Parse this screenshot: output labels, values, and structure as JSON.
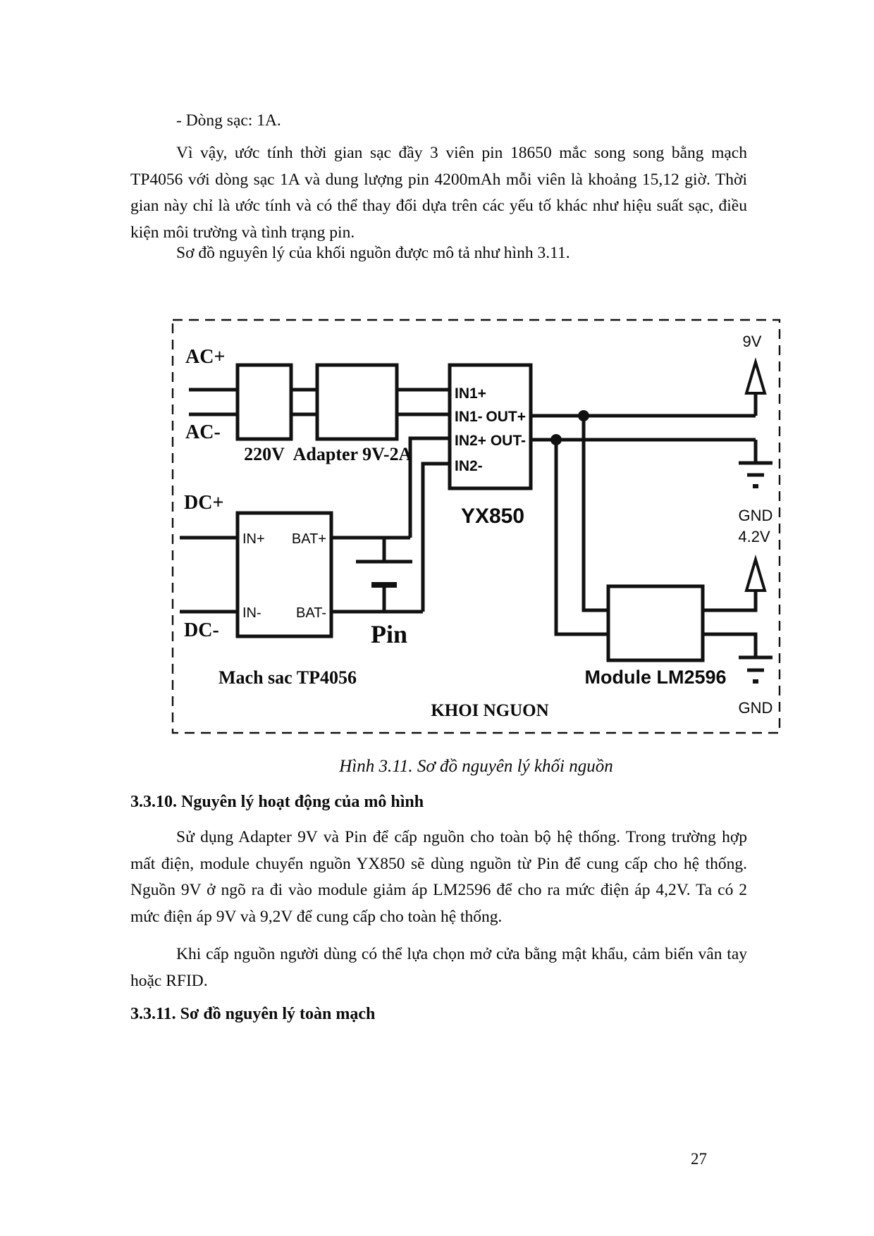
{
  "page": {
    "number": "27"
  },
  "content": {
    "line_charge_current": "- Dòng sạc: 1A.",
    "para_charging_time": "Vì vậy, ước tính thời gian sạc đầy 3 viên pin 18650 mắc song song bằng mạch TP4056 với dòng sạc 1A và dung lượng pin 4200mAh mỗi viên là khoảng 15,12 giờ. Thời gian này chỉ là ước tính và có thể thay đổi dựa trên các yếu tố khác như hiệu suất sạc, điều kiện môi trường và tình trạng pin.",
    "line_intro_figure": "Sơ đồ nguyên lý của khối nguồn được mô tả như hình 3.11.",
    "figure_caption": "Hình 3.11. Sơ đồ nguyên lý khối nguồn",
    "heading_3_3_10": "3.3.10. Nguyên lý hoạt động của mô hình",
    "para_operation": "Sử dụng Adapter 9V và Pin để cấp nguồn cho toàn bộ hệ thống. Trong trường hợp mất điện, module chuyển nguồn YX850 sẽ dùng nguồn từ Pin để cung cấp cho hệ thống. Nguồn 9V ở ngõ ra đi vào module giảm áp LM2596 để cho ra mức điện áp 4,2V. Ta có 2 mức điện áp 9V và 9,2V để cung cấp cho toàn hệ thống.",
    "para_unlock": "Khi cấp nguồn người dùng có thể lựa chọn mở cửa bằng mật khẩu, cảm biến vân tay hoặc RFID.",
    "heading_3_3_11": "3.3.11. Sơ đồ nguyên lý toàn mạch"
  },
  "diagram": {
    "labels": {
      "ac_plus": "AC+",
      "ac_minus": "AC-",
      "dc_plus": "DC+",
      "dc_minus": "DC-",
      "box_220v": "220V",
      "box_adapter": "Adapter 9V-2A",
      "yx850": "YX850",
      "in1_plus": "IN1+",
      "in1_minus": "IN1-",
      "in2_plus": "IN2+",
      "in2_minus": "IN2-",
      "out_plus": "OUT+",
      "out_minus": "OUT-",
      "tp_in_plus": "IN+",
      "tp_bat_plus": "BAT+",
      "tp_in_minus": "IN-",
      "tp_bat_minus": "BAT-",
      "pin": "Pin",
      "mach_sac": "Mach sac TP4056",
      "module_lm2596": "Module LM2596",
      "khoi_nguon": "KHOI NGUON",
      "v9": "9V",
      "gnd_top": "GND",
      "v42": "4.2V",
      "gnd_bottom": "GND"
    },
    "line_color": "#111111"
  }
}
